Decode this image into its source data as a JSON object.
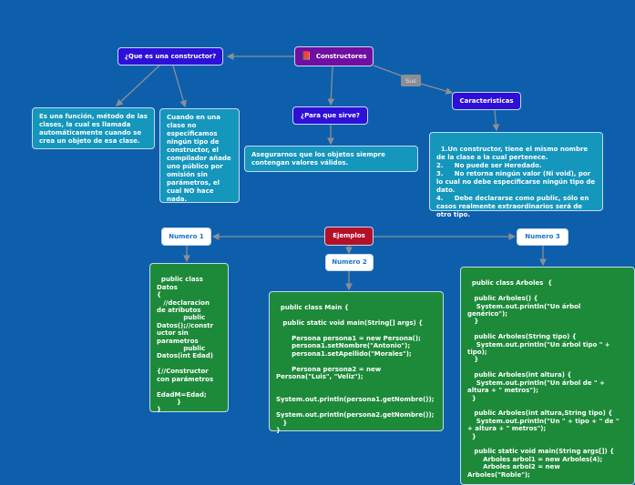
{
  "colors": {
    "background": "#0d5fac",
    "central": "#6f0ea0",
    "question": "#2e0fd8",
    "examples": "#b5102a",
    "text_box": "#1596bd",
    "code_box": "#1d8a3a"
  },
  "central": {
    "label": "Constructores",
    "icon": "book-icon"
  },
  "question_what": {
    "label": "¿Que es una constructor?",
    "answer_1": "Es una función, método de las clases, la cual es llamada automáticamente cuando se crea un objeto de esa clase.",
    "answer_2": "Cuando en una clase no especificamos ningún tipo de constructor, el compilador añade uno público por omisión sin parámetros, el cual NO hace nada."
  },
  "question_purpose": {
    "label": "¿Para que sirve?",
    "answer": "Asegurarnos que los objetos siempre contengan valores válidos."
  },
  "relation_label": "Sus",
  "characteristics": {
    "label": "Caracteristicas",
    "text": "1.Un constructor, tiene el mismo nombre de la clase a la cual pertenece.\n2.     No puede ser Heredado.\n3.     No retorna ningún valor (Ni void), por lo cual no debe especificarse ningún tipo de dato.\n4.     Debe declararse como public, sólo en casos realmente extraordinarios será de otro tipo."
  },
  "examples": {
    "label": "Ejemplos",
    "items": [
      {
        "label": "Numero 1",
        "code": "public class\nDatos\n{\n   //declaracion\nde atributos\n            public\nDatos();//constr\nuctor sin\nparametros\n            public\nDatos(int Edad)\n\n{//Constructor\ncon parámetros\n\nEdadM=Edad;\n         }\n}"
      },
      {
        "label": "Numero 2",
        "code": "public class Main {\n\n   public static void main(String[] args) {\n\n       Persona persona1 = new Persona();\n       persona1.setNombre(\"Antonio\");\n       persona1.setApellido(\"Morales\");\n\n       Persona persona2 = new\nPersona(\"Luis\", \"Veliz\");\n\n\nSystem.out.println(persona1.getNombre());\n\nSystem.out.println(persona2.getNombre());\n   }\n}"
      },
      {
        "label": "Numero 3",
        "code": "public class Arboles  {\n\n   public Arboles() {\n    System.out.println(\"Un árbol\ngenérico\");\n   }\n\n   public Arboles(String tipo) {\n    System.out.println(\"Un árbol tipo \" +\ntipo);\n   }\n\n   public Arboles(int altura) {\n    System.out.println(\"Un árbol de \" +\naltura + \" metros\");\n  }\n\n   public Arboles(int altura,String tipo) {\n    System.out.println(\"Un \" + tipo + \" de \"\n+ altura + \" metros\");\n  }\n\n   public static void main(String args[]) {\n       Arboles arbol1 = new Arboles(4);\n       Arboles arbol2 = new\nArboles(\"Roble\");"
      }
    ]
  }
}
